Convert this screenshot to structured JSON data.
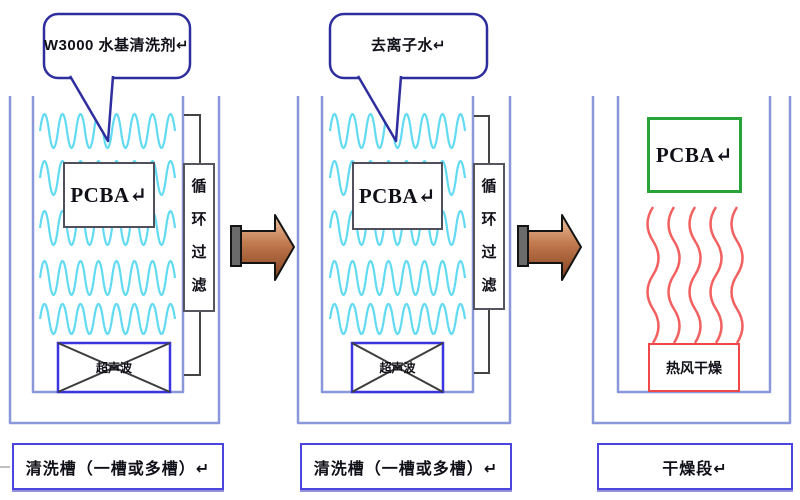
{
  "diagram": {
    "kind": "pcba-aqueous-cleaning-process-flow",
    "stages": [
      {
        "id": "wash-tank",
        "callout": "W3000 水基清洗剂↵",
        "pcba_label": "PCBA↵",
        "filter_label": "循环过滤",
        "transducer_label": "超声波",
        "caption": "清洗槽（一槽或多槽）↵"
      },
      {
        "id": "rinse-tank",
        "callout": "去离子水↵",
        "pcba_label": "PCBA↵",
        "filter_label": "循环过滤",
        "transducer_label": "超声波",
        "caption": "清洗槽（一槽或多槽）↵"
      },
      {
        "id": "dry-section",
        "pcba_label": "PCBA↵",
        "heater_label": "热风干燥",
        "caption": "干燥段↵"
      }
    ],
    "icons": {
      "flow_arrow": "right-block-arrow",
      "liquid_wave": "cyan-sine-wave",
      "heat_wave": "red-vertical-squiggle",
      "transducer_mark": "crossed-box"
    },
    "colors": {
      "tank_wall": "#8a97db",
      "caption_border": "#4b44df",
      "wave": "#62dbf2",
      "callout_border": "#2e2e9e",
      "heat_wave": "#f26060",
      "heater_border": "#f04848",
      "pcba_border": "#50505c",
      "pcba_dry_border": "#27a437",
      "transducer_border": "#3b35df",
      "pipe": "#444444",
      "arrow_light": "#efc3a0",
      "arrow_dark": "#81401f"
    }
  }
}
